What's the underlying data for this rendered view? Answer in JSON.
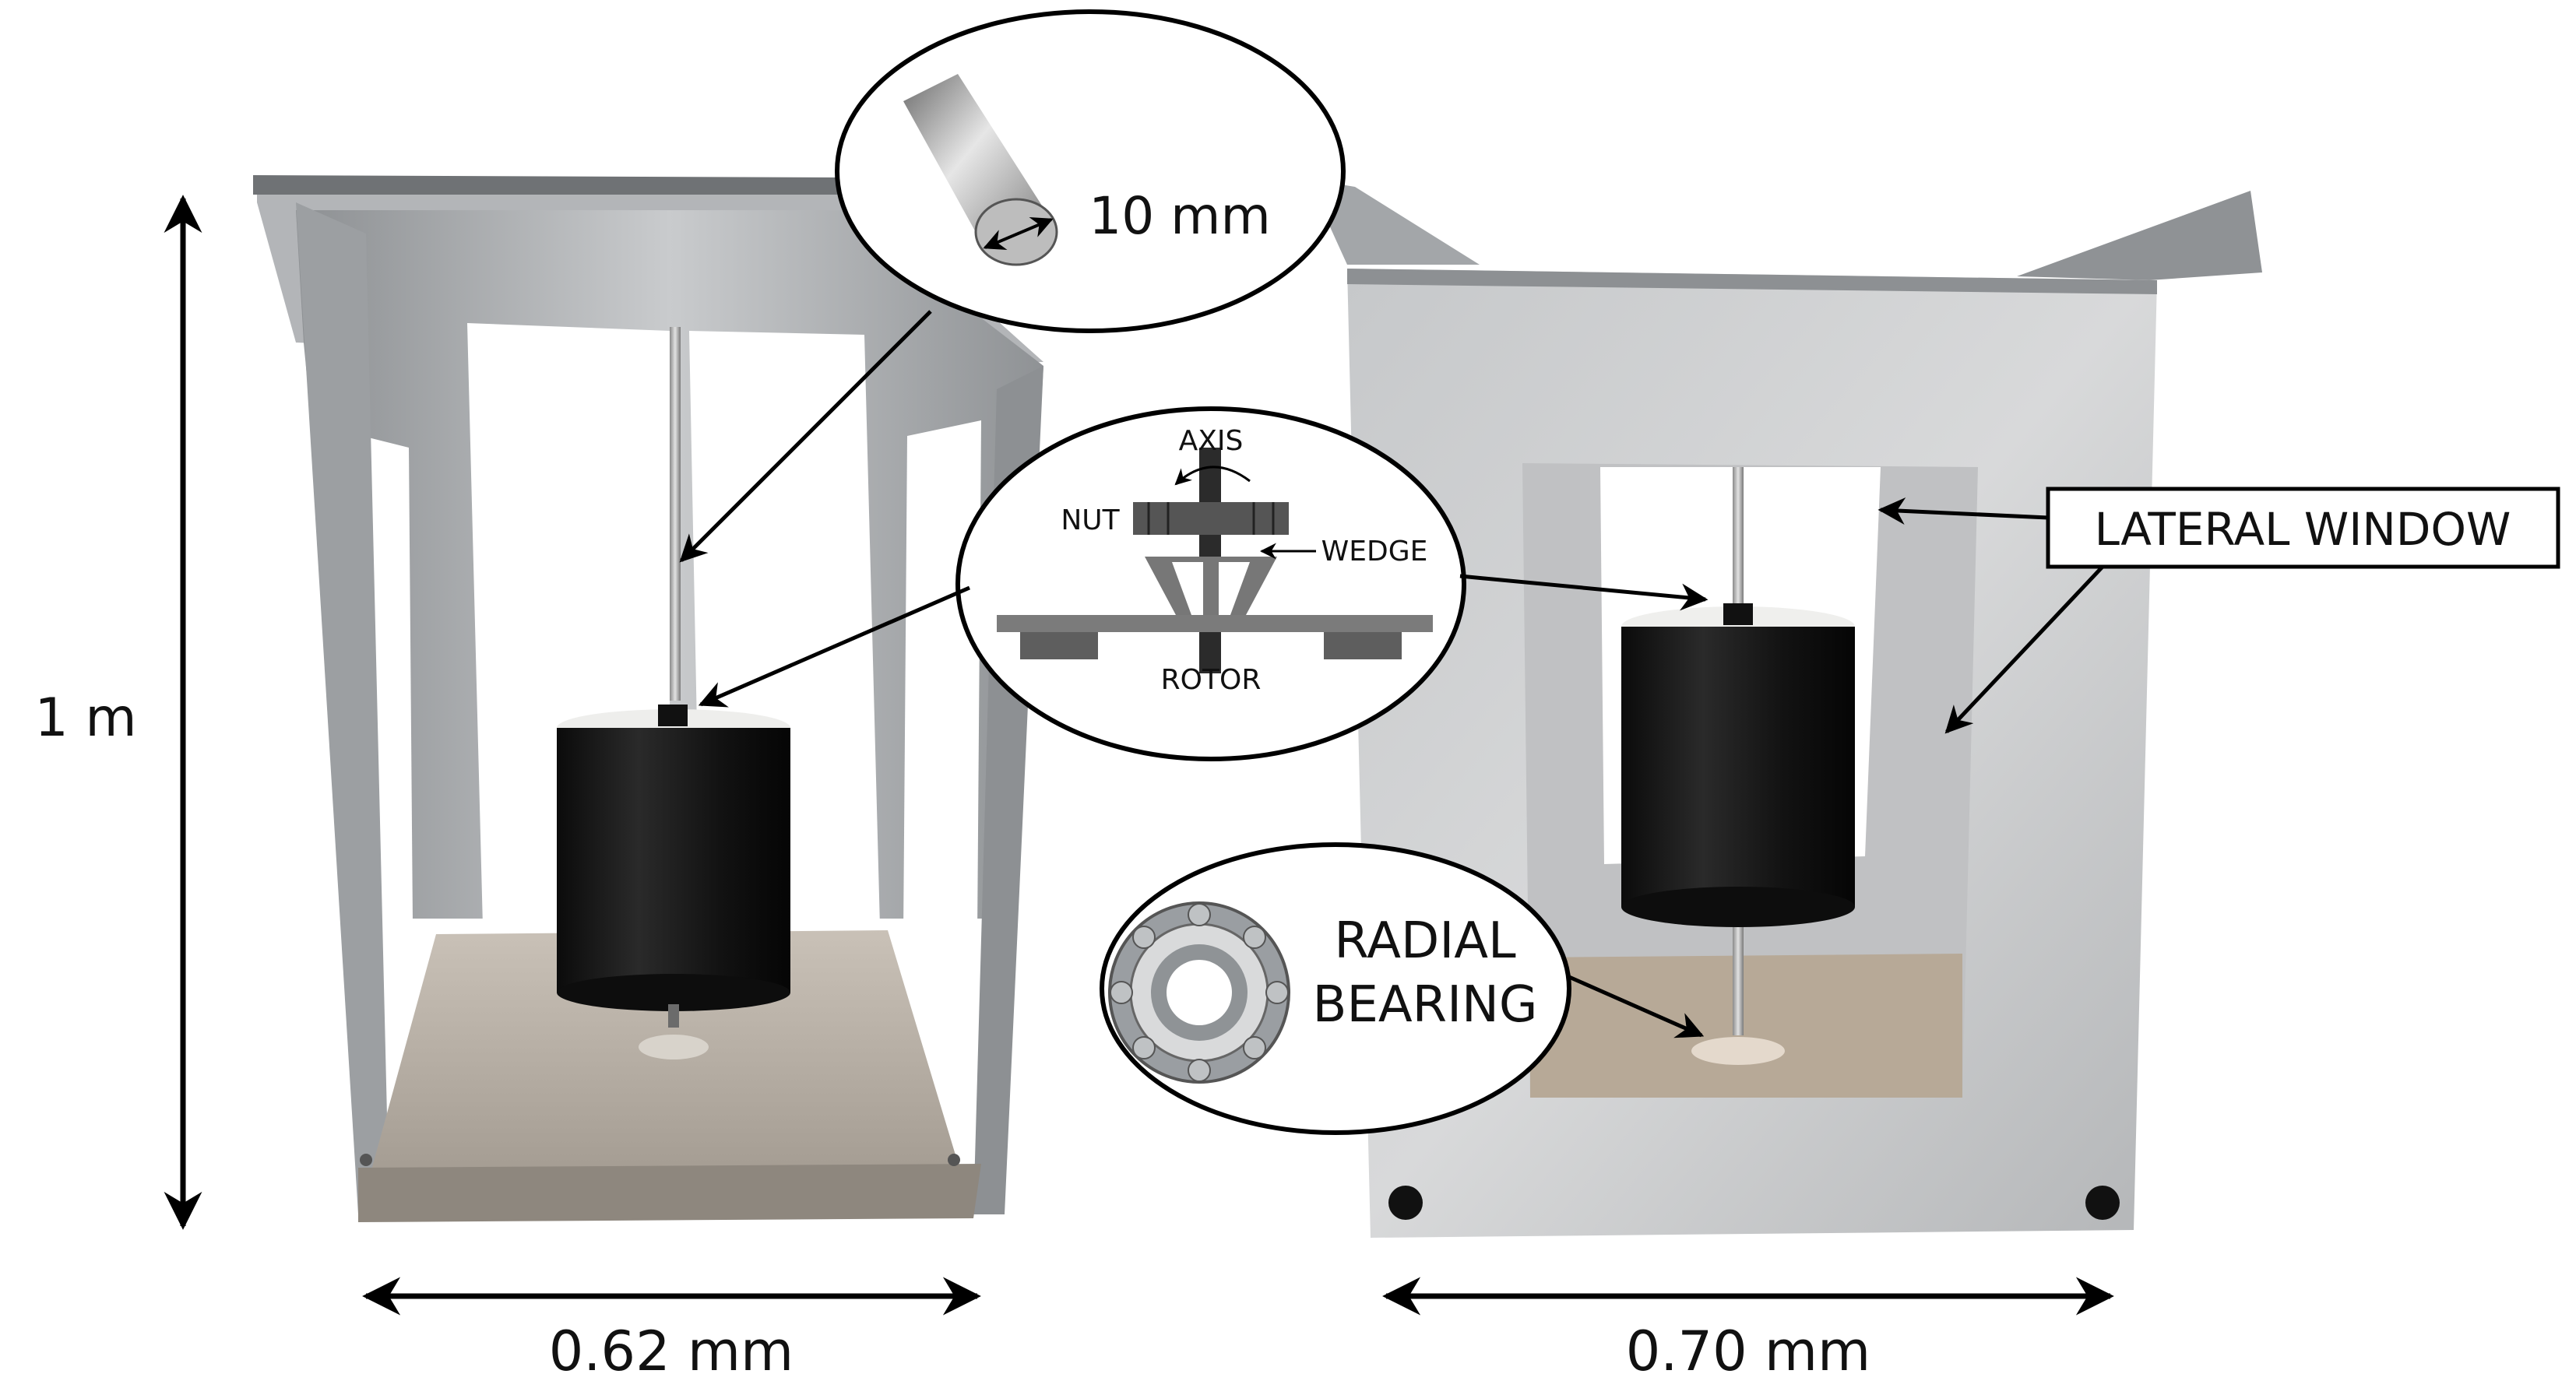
{
  "labels": {
    "height_dim": "1 m",
    "width_left_dim": "0.62 mm",
    "width_right_dim": "0.70 mm",
    "shaft_diameter": "10 mm",
    "axis": "AXIS",
    "nut": "NUT",
    "wedge": "WEDGE",
    "rotor": "ROTOR",
    "lateral_window": "LATERAL WINDOW",
    "radial_bearing_line1": "RADIAL",
    "radial_bearing_line2": "BEARING"
  },
  "colors": {
    "steel_light": "#cfd1d3",
    "steel_mid": "#a9acaf",
    "steel_dark": "#7e8184",
    "rotor_black": "#141414",
    "floor": "#b9b2aa",
    "arrow": "#000000"
  }
}
